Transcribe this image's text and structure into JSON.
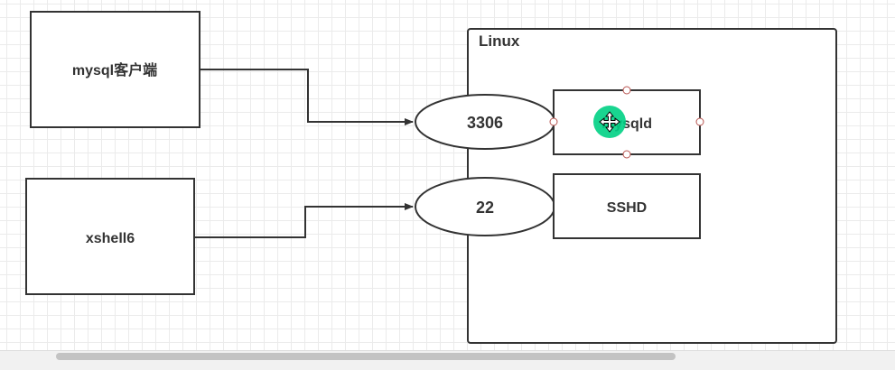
{
  "diagram": {
    "client_box": {
      "label": "mysql客户端"
    },
    "xshell_box": {
      "label": "xshell6"
    },
    "linux_container": {
      "label": "Linux"
    },
    "port_mysql": {
      "label": "3306"
    },
    "port_ssh": {
      "label": "22"
    },
    "mysqld_box": {
      "label": "mysqld",
      "selected": true
    },
    "sshd_box": {
      "label": "SSHD"
    }
  },
  "colors": {
    "stroke": "#333333",
    "text": "#333333",
    "grid": "#ebebeb",
    "handle_stroke": "#b85450",
    "move_cursor": "#00d084"
  }
}
